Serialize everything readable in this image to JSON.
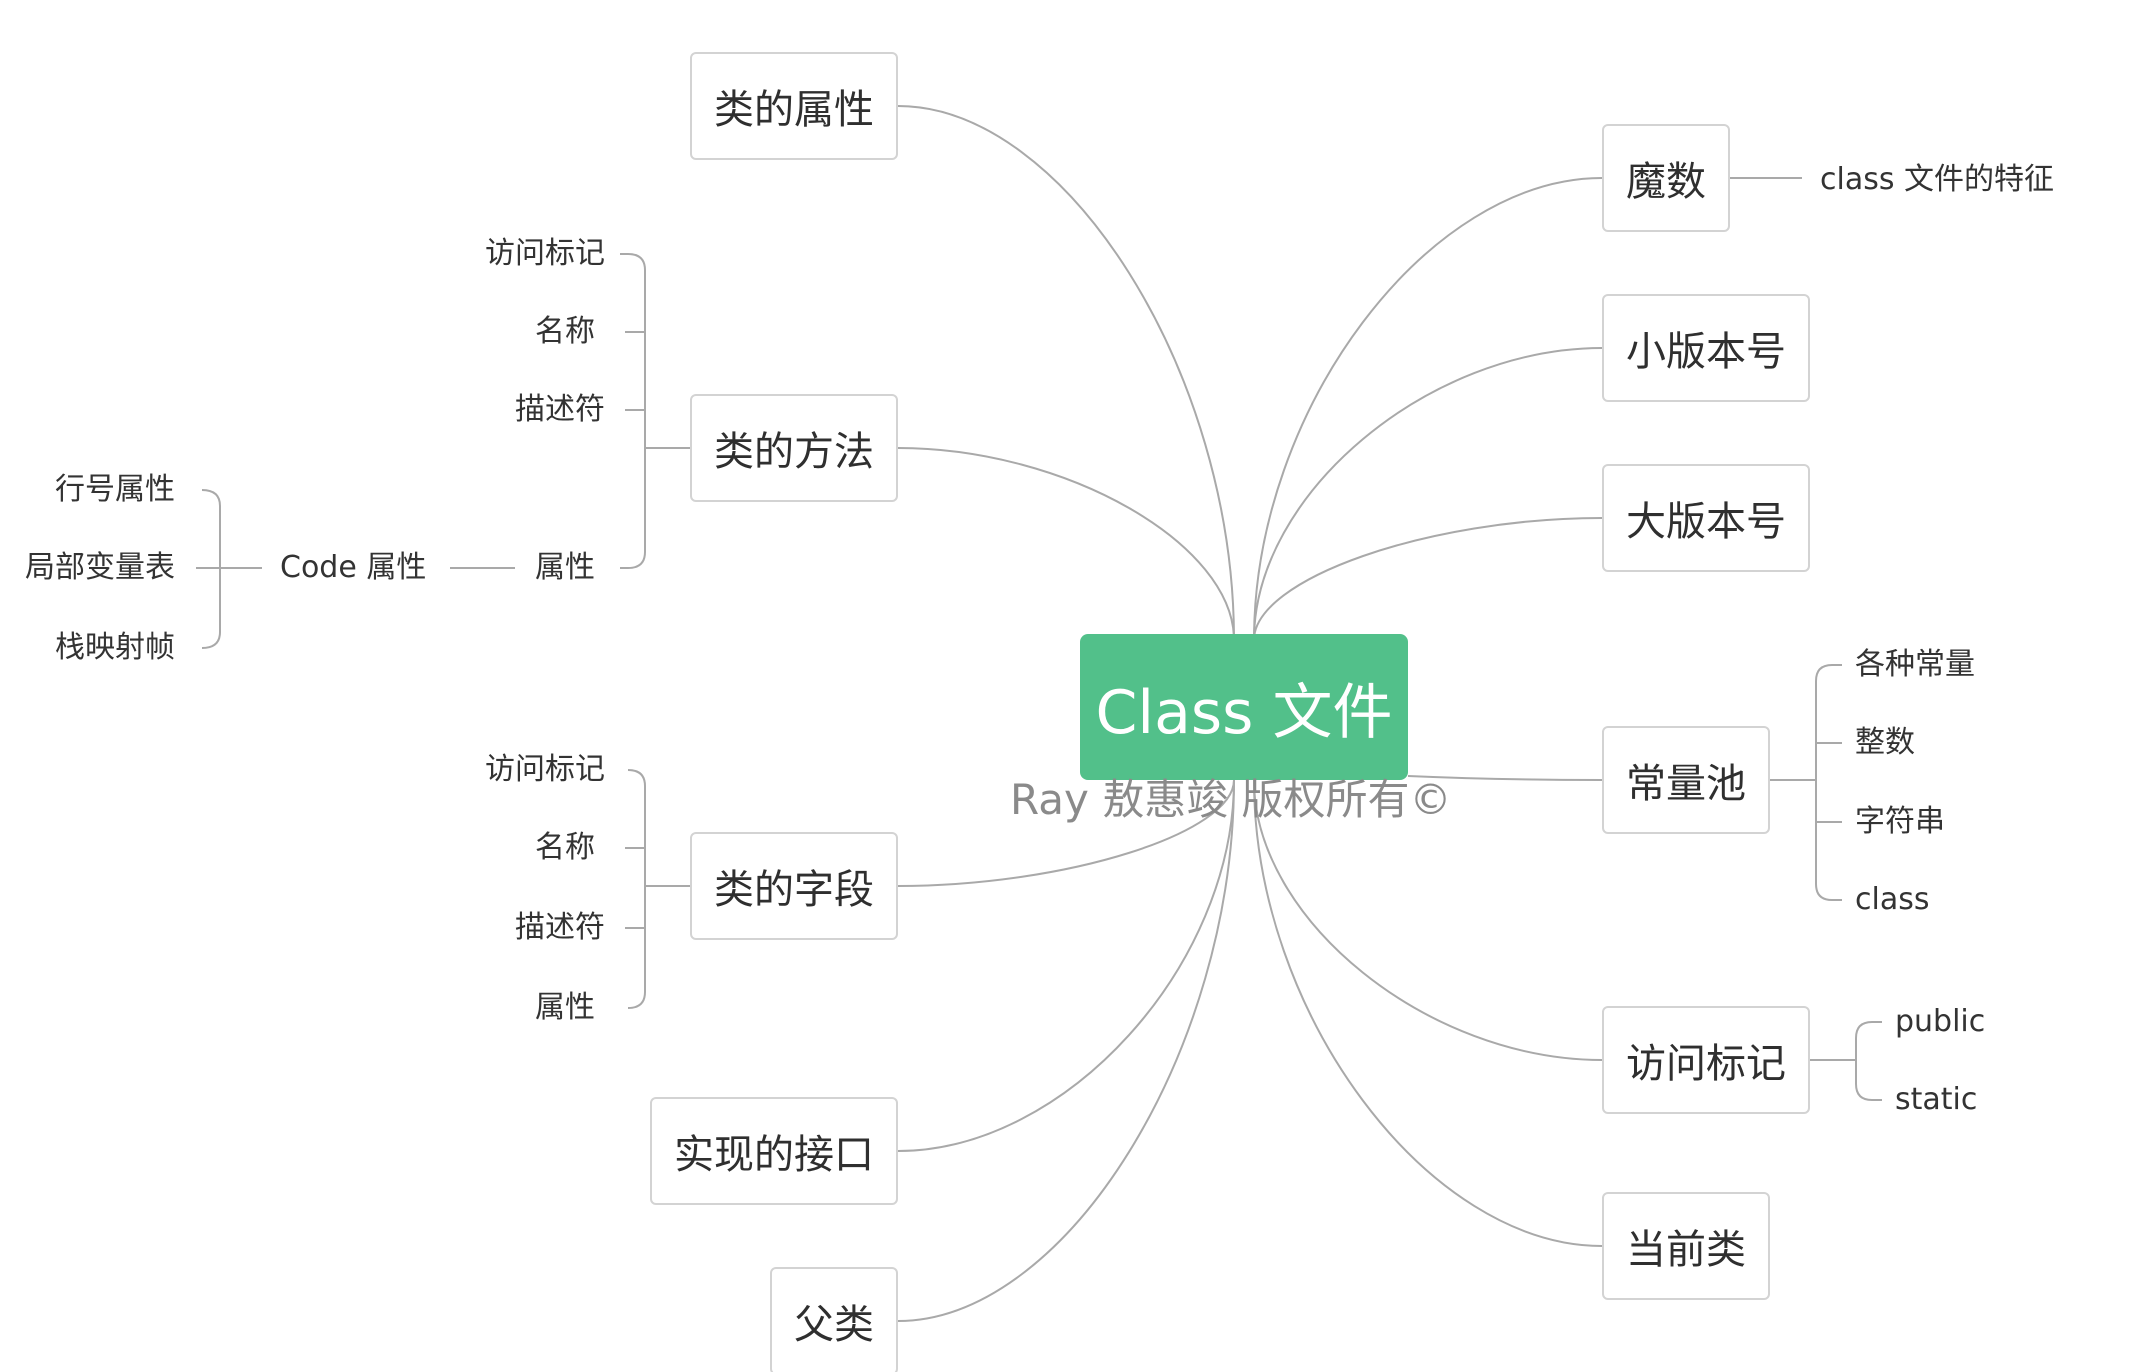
{
  "root": {
    "label": "Class 文件",
    "color": "#52c08a"
  },
  "watermark": "Ray 敖惠竣 版权所有©",
  "line_color": "#a9a9a9",
  "right_branches": {
    "magic": {
      "label": "魔数",
      "children": [
        "class 文件的特征"
      ]
    },
    "minor_version": {
      "label": "小版本号"
    },
    "major_version": {
      "label": "大版本号"
    },
    "constant_pool": {
      "label": "常量池",
      "children": [
        "各种常量",
        "整数",
        "字符串",
        "class"
      ]
    },
    "access_flags": {
      "label": "访问标记",
      "children": [
        "public",
        "static"
      ]
    },
    "this_class": {
      "label": "当前类"
    }
  },
  "left_branches": {
    "class_attributes": {
      "label": "类的属性"
    },
    "methods": {
      "label": "类的方法",
      "children": [
        "访问标记",
        "名称",
        "描述符",
        "属性"
      ],
      "code_attribute": {
        "label": "Code 属性",
        "children": [
          "行号属性",
          "局部变量表",
          "栈映射帧"
        ]
      }
    },
    "fields": {
      "label": "类的字段",
      "children": [
        "访问标记",
        "名称",
        "描述符",
        "属性"
      ]
    },
    "interfaces": {
      "label": "实现的接口"
    },
    "super_class": {
      "label": "父类"
    }
  }
}
